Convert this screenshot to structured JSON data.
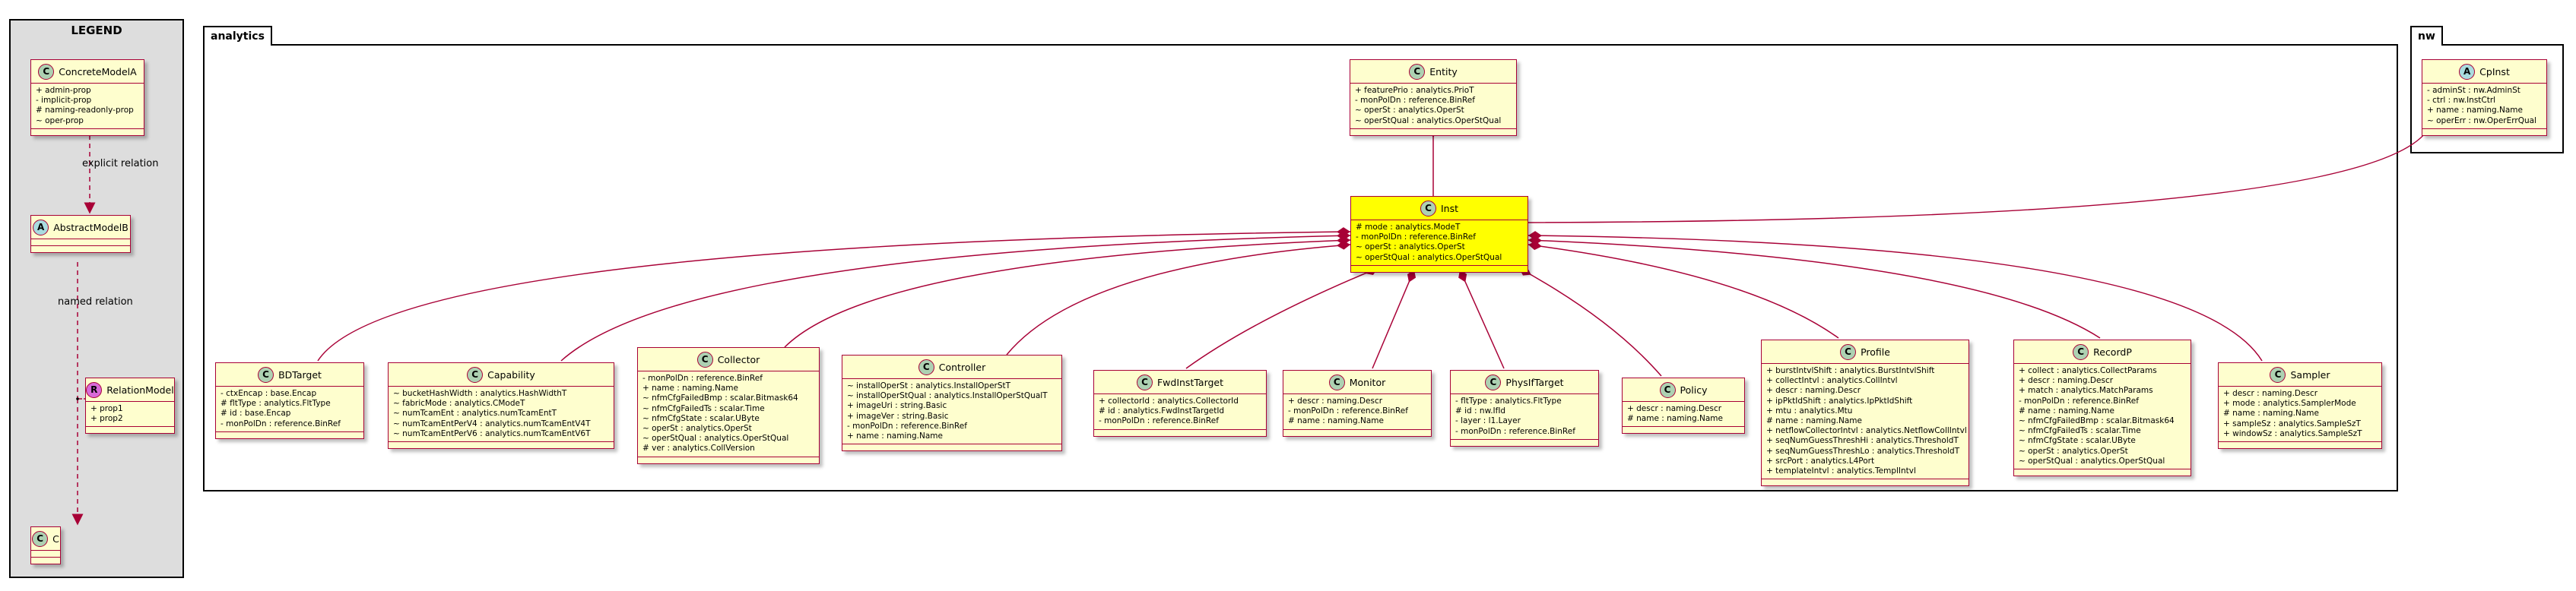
{
  "legend": {
    "title": "LEGEND",
    "explicit_label": "explicit relation",
    "named_label": "named relation",
    "classes": [
      {
        "id": "concrete",
        "name": "ConcreteModelA",
        "stereotype": "C",
        "attrs": [
          "+ admin-prop",
          "- implicit-prop",
          "# naming-readonly-prop",
          "~ oper-prop"
        ]
      },
      {
        "id": "abstract",
        "name": "AbstractModelB",
        "stereotype": "A",
        "attrs": []
      },
      {
        "id": "relation",
        "name": "RelationModel",
        "stereotype": "R",
        "attrs": [
          "+ prop1",
          "+ prop2"
        ]
      },
      {
        "id": "c",
        "name": "C",
        "stereotype": "C",
        "attrs": []
      }
    ]
  },
  "packages": {
    "analytics": "analytics",
    "nw": "nw"
  },
  "classes": {
    "entity": {
      "name": "Entity",
      "stereotype": "C",
      "attrs": [
        "+ featurePrio : analytics.PrioT",
        "- monPolDn : reference.BinRef",
        "~ operSt : analytics.OperSt",
        "~ operStQual : analytics.OperStQual"
      ]
    },
    "inst": {
      "name": "Inst",
      "stereotype": "C",
      "attrs": [
        "# mode : analytics.ModeT",
        "- monPolDn : reference.BinRef",
        "~ operSt : analytics.OperSt",
        "~ operStQual : analytics.OperStQual"
      ]
    },
    "cpinst": {
      "name": "CpInst",
      "stereotype": "A",
      "attrs": [
        "- adminSt : nw.AdminSt",
        "- ctrl : nw.InstCtrl",
        "+ name : naming.Name",
        "~ operErr : nw.OperErrQual"
      ]
    },
    "bdtarget": {
      "name": "BDTarget",
      "stereotype": "C",
      "attrs": [
        "- ctxEncap : base.Encap",
        "# fltType : analytics.FltType",
        "# id : base.Encap",
        "- monPolDn : reference.BinRef"
      ]
    },
    "capability": {
      "name": "Capability",
      "stereotype": "C",
      "attrs": [
        "~ bucketHashWidth : analytics.HashWidthT",
        "~ fabricMode : analytics.CModeT",
        "~ numTcamEnt : analytics.numTcamEntT",
        "~ numTcamEntPerV4 : analytics.numTcamEntV4T",
        "~ numTcamEntPerV6 : analytics.numTcamEntV6T"
      ]
    },
    "collector": {
      "name": "Collector",
      "stereotype": "C",
      "attrs": [
        "- monPolDn : reference.BinRef",
        "+ name : naming.Name",
        "~ nfmCfgFailedBmp : scalar.Bitmask64",
        "~ nfmCfgFailedTs : scalar.Time",
        "~ nfmCfgState : scalar.UByte",
        "~ operSt : analytics.OperSt",
        "~ operStQual : analytics.OperStQual",
        "# ver : analytics.CollVersion"
      ]
    },
    "controller": {
      "name": "Controller",
      "stereotype": "C",
      "attrs": [
        "~ installOperSt : analytics.InstallOperStT",
        "~ installOperStQual : analytics.InstallOperStQualT",
        "+ imageUri : string.Basic",
        "+ imageVer : string.Basic",
        "- monPolDn : reference.BinRef",
        "+ name : naming.Name"
      ]
    },
    "fwdinsttarget": {
      "name": "FwdInstTarget",
      "stereotype": "C",
      "attrs": [
        "+ collectorId : analytics.CollectorId",
        "# id : analytics.FwdInstTargetId",
        "- monPolDn : reference.BinRef"
      ]
    },
    "monitor": {
      "name": "Monitor",
      "stereotype": "C",
      "attrs": [
        "+ descr : naming.Descr",
        "- monPolDn : reference.BinRef",
        "# name : naming.Name"
      ]
    },
    "physiftarget": {
      "name": "PhysIfTarget",
      "stereotype": "C",
      "attrs": [
        "- fltType : analytics.FltType",
        "# id : nw.IfId",
        "- layer : l1.Layer",
        "- monPolDn : reference.BinRef"
      ]
    },
    "policy": {
      "name": "Policy",
      "stereotype": "C",
      "attrs": [
        "+ descr : naming.Descr",
        "# name : naming.Name"
      ]
    },
    "profile": {
      "name": "Profile",
      "stereotype": "C",
      "attrs": [
        "+ burstIntvlShift : analytics.BurstIntvlShift",
        "+ collectIntvl : analytics.CollIntvl",
        "+ descr : naming.Descr",
        "+ ipPktIdShift : analytics.IpPktIdShift",
        "+ mtu : analytics.Mtu",
        "# name : naming.Name",
        "+ netflowCollectorIntvl : analytics.NetflowCollIntvl",
        "+ seqNumGuessThreshHi : analytics.ThresholdT",
        "+ seqNumGuessThreshLo : analytics.ThresholdT",
        "+ srcPort : analytics.L4Port",
        "+ templateIntvl : analytics.TemplIntvl"
      ]
    },
    "recordp": {
      "name": "RecordP",
      "stereotype": "C",
      "attrs": [
        "+ collect : analytics.CollectParams",
        "+ descr : naming.Descr",
        "+ match : analytics.MatchParams",
        "- monPolDn : reference.BinRef",
        "# name : naming.Name",
        "~ nfmCfgFailedBmp : scalar.Bitmask64",
        "~ nfmCfgFailedTs : scalar.Time",
        "~ nfmCfgState : scalar.UByte",
        "~ operSt : analytics.OperSt",
        "~ operStQual : analytics.OperStQual"
      ]
    },
    "sampler": {
      "name": "Sampler",
      "stereotype": "C",
      "attrs": [
        "+ descr : naming.Descr",
        "+ mode : analytics.SamplerMode",
        "# name : naming.Name",
        "+ sampleSz : analytics.SampleSzT",
        "+ windowSz : analytics.SampleSzT"
      ]
    }
  },
  "colors": {
    "border": "#a80036",
    "fill": "#fefece",
    "highlight": "#ffff00",
    "legend_bg": "#dddddd",
    "class_icon": "#add1b2",
    "abstract_icon": "#a9dcdf",
    "relation_icon": "#d86ad8"
  }
}
